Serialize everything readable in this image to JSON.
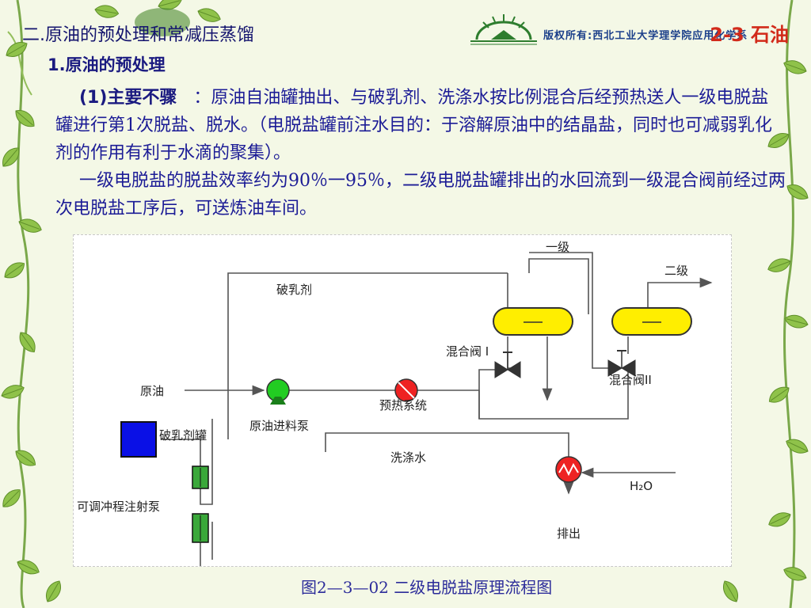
{
  "header": {
    "section_title": "二.原油的预处理和常减压蒸馏",
    "subsection_title": "1.原油的预处理",
    "copyright": "版权所有:西北工业大学理学院应用化学系",
    "chapter": "2-3 石油"
  },
  "content": {
    "step_label": "(1)主要不骤",
    "paragraph1": "：原油自油罐抽出、与破乳剂、洗涤水按比例混合后经预热送人一级电脱盐罐进行第1次脱盐、脱水。（电脱盐罐前注水目的：于溶解原油中的结晶盐，同时也可减弱乳化剂的作用有利于水滴的聚集）。",
    "paragraph2": "一级电脱盐的脱盐效率约为90％一95％，二级电脱盐罐排出的水回流到一级混合阀前经过两次电脱盐工序后，可送炼油车间。"
  },
  "diagram": {
    "labels": {
      "stage1": "一级",
      "stage2": "二级",
      "demulsifier": "破乳剂",
      "crude_oil": "原油",
      "feed_pump": "原油进料泵",
      "preheat": "预热系统",
      "mix_valve_1": "混合阀 I",
      "mix_valve_2": "混合阀II",
      "demulsifier_tank": "破乳剂罐",
      "wash_water": "洗涤水",
      "metering_pump": "可调冲程注射泵",
      "h2o": "H₂O",
      "discharge": "排出"
    },
    "colors": {
      "tank": "#ffee00",
      "pump": "#22cc22",
      "heater": "#ee2222",
      "demulsifier_tank": "#0a10e6",
      "metering_pump": "#3aa83a",
      "line": "#555555"
    }
  },
  "caption": "图2—3—02  二级电脱盐原理流程图"
}
